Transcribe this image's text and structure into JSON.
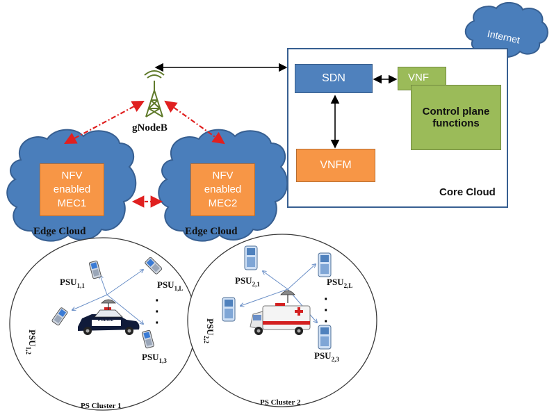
{
  "internet": {
    "label": "Internet"
  },
  "gnodeb": {
    "label": "gNodeB"
  },
  "core": {
    "label": "Core Cloud",
    "sdn": "SDN",
    "vnf": "VNF",
    "control_plane": [
      "Control plane",
      "functions"
    ],
    "vnfm": "VNFM"
  },
  "edge": [
    {
      "label": "Edge Cloud",
      "box": [
        "NFV",
        "enabled",
        "MEC1"
      ]
    },
    {
      "label": "Edge Cloud",
      "box": [
        "NFV",
        "enabled",
        "MEC2"
      ]
    }
  ],
  "clusters": [
    {
      "label": "PS Cluster 1",
      "vehicle": "POLICE",
      "devices": [
        {
          "base": "PSU",
          "sub": "1,1"
        },
        {
          "base": "PSU",
          "sub": "1,L"
        },
        {
          "base": "PSU",
          "sub": "1,2"
        },
        {
          "base": "PSU",
          "sub": "1,3"
        }
      ]
    },
    {
      "label": "PS Cluster 2",
      "vehicle": "ambulance",
      "devices": [
        {
          "base": "PSU",
          "sub": "2,1"
        },
        {
          "base": "PSU",
          "sub": "2,L"
        },
        {
          "base": "PSU",
          "sub": "2,2"
        },
        {
          "base": "PSU",
          "sub": "2,3"
        }
      ]
    }
  ],
  "colors": {
    "cloud_fill": "#4a7ebb",
    "cloud_stroke": "#375f91",
    "sdn_fill": "#4f81bd",
    "vnf_fill": "#9bbb59",
    "vnfm_fill": "#f79646",
    "mec_fill": "#f79646",
    "dashed_arrow": "#e02020"
  },
  "ellipsis": "·"
}
